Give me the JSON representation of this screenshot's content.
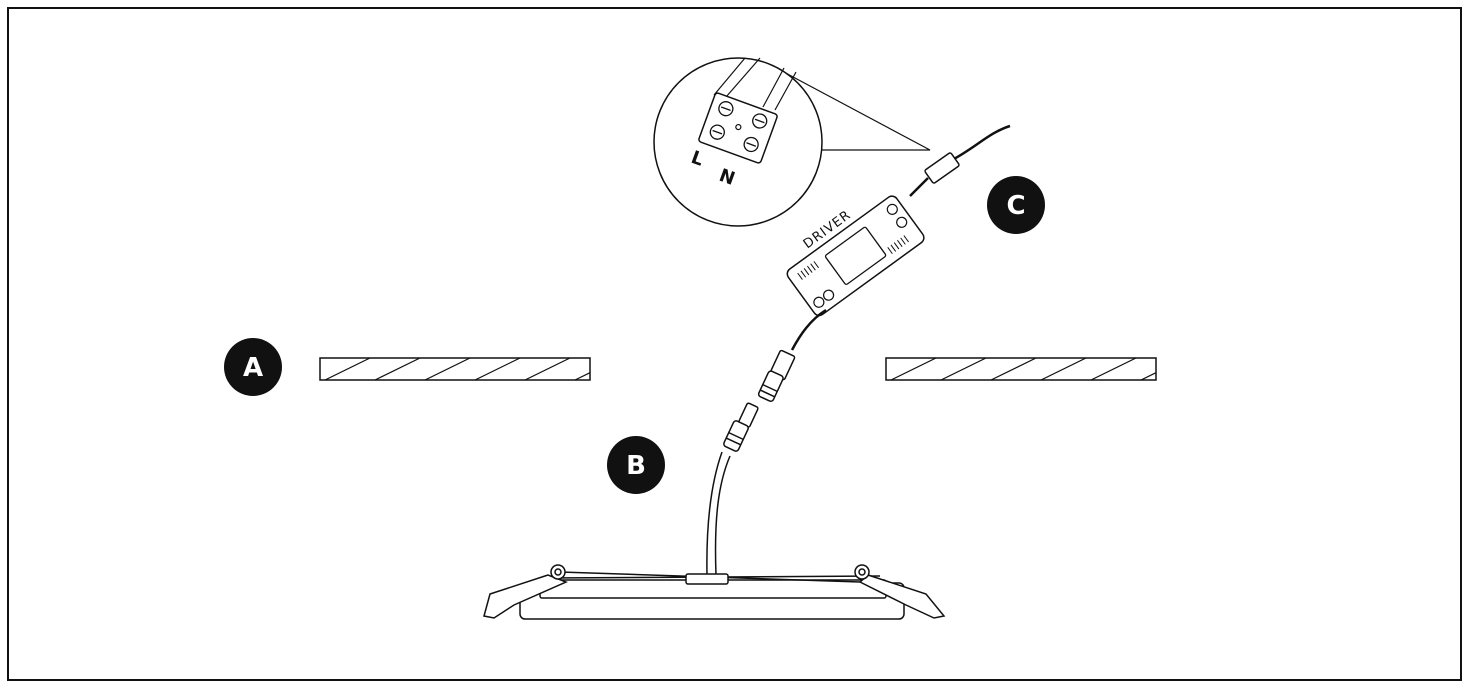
{
  "labels": {
    "a": "A",
    "b": "B",
    "c": "C"
  },
  "driver": {
    "text": "DRIVER"
  },
  "terminal": {
    "live": "L",
    "neutral": "N"
  },
  "colors": {
    "stroke": "#111111",
    "badge_fill": "#111111",
    "badge_text": "#ffffff",
    "background": "#ffffff"
  }
}
